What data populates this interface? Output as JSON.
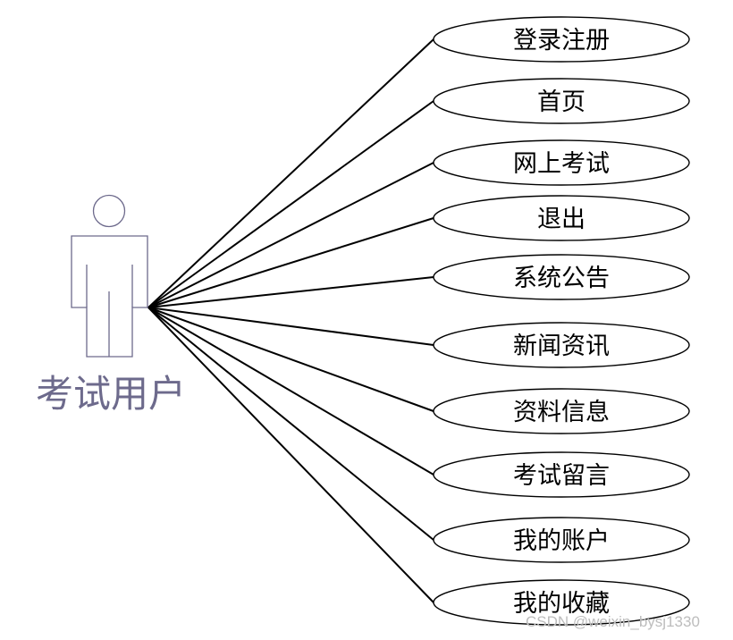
{
  "actor": {
    "label": "考试用户"
  },
  "use_cases": [
    {
      "label": "登录注册"
    },
    {
      "label": "首页"
    },
    {
      "label": "网上考试"
    },
    {
      "label": "退出"
    },
    {
      "label": "系统公告"
    },
    {
      "label": "新闻资讯"
    },
    {
      "label": "资料信息"
    },
    {
      "label": "考试留言"
    },
    {
      "label": "我的账户"
    },
    {
      "label": "我的收藏"
    }
  ],
  "watermark": "CSDN @weixin_bysj1330",
  "colors": {
    "actor": "#6d6a8c",
    "lines": "#000000",
    "watermark": "#bdbdbd"
  }
}
